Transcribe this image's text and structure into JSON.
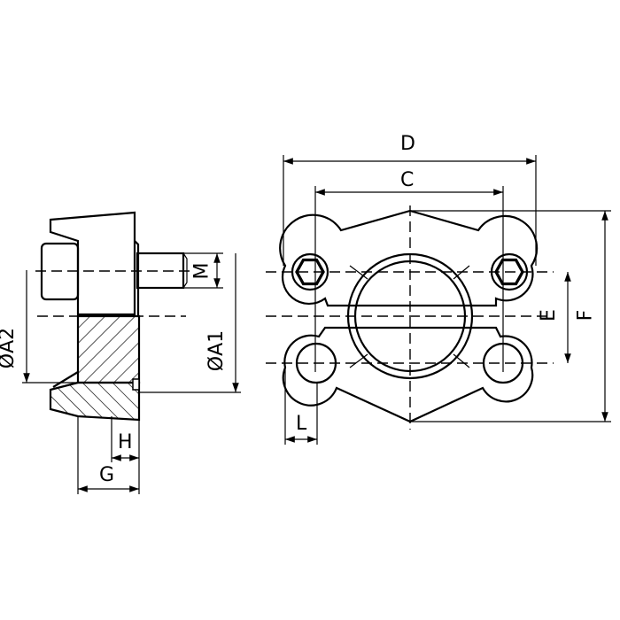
{
  "labels": {
    "D": "D",
    "C": "C",
    "E": "E",
    "F": "F",
    "L": "L",
    "M": "M",
    "A1": "ØA1",
    "A2": "ØA2",
    "G": "G",
    "H": "H"
  },
  "colors": {
    "line": "#000000",
    "background": "#ffffff"
  }
}
